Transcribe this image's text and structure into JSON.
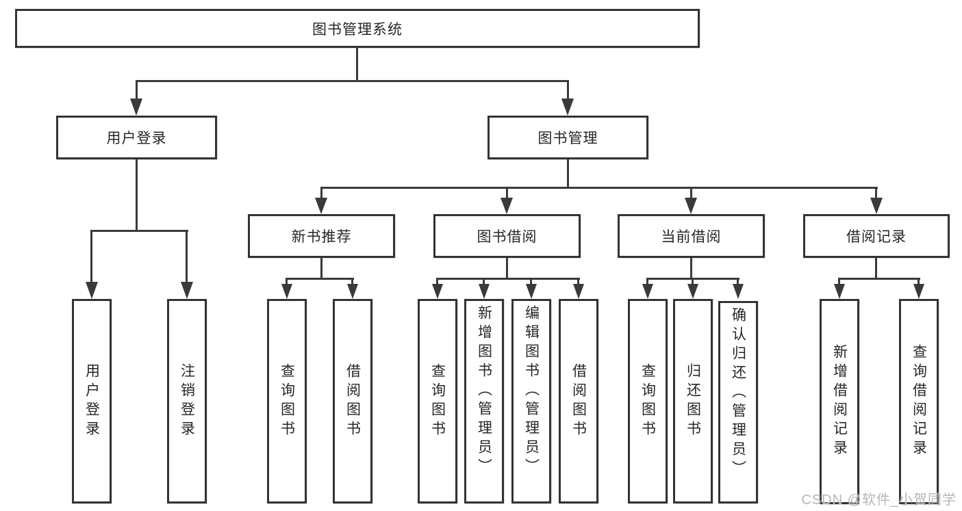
{
  "diagram": {
    "root": {
      "label": "图书管理系统"
    },
    "level2": [
      {
        "label": "用户登录"
      },
      {
        "label": "图书管理"
      }
    ],
    "level3": [
      {
        "label": "新书推荐"
      },
      {
        "label": "图书借阅"
      },
      {
        "label": "当前借阅"
      },
      {
        "label": "借阅记录"
      }
    ],
    "leaves": {
      "user_login": [
        "用户登录",
        "注销登录"
      ],
      "new_book": [
        "查询图书",
        "借阅图书"
      ],
      "book_borrow": [
        "查询图书",
        "新增图书（管理员）",
        "编辑图书（管理员）",
        "借阅图书"
      ],
      "current_borrow": [
        "查询图书",
        "归还图书",
        "确认归还（管理员）"
      ],
      "borrow_record": [
        "新增借阅记录",
        "查询借阅记录"
      ]
    }
  },
  "watermark": "CSDN @软件_小贺同学",
  "colors": {
    "line": "#3a3a3a",
    "box_border": "#333333",
    "text": "#262626",
    "watermark": "#b5b5b5",
    "background": "#ffffff"
  }
}
